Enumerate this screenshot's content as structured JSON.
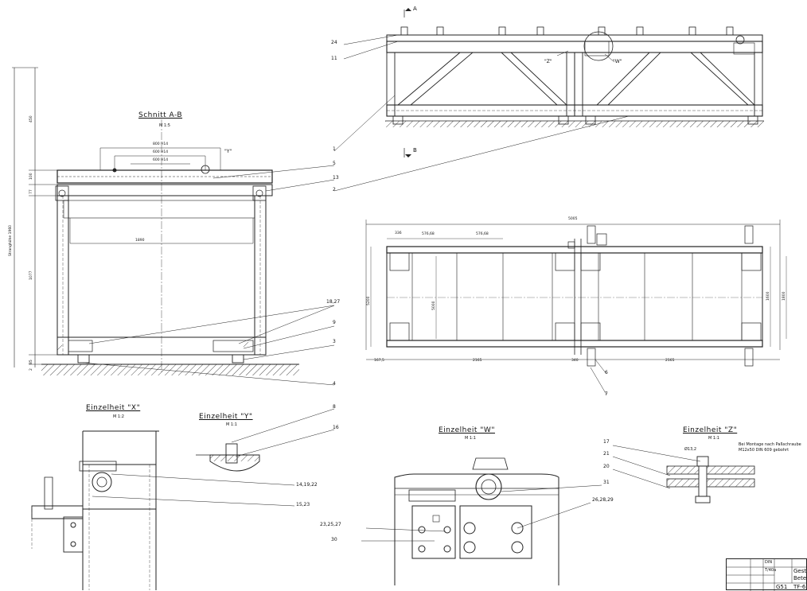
{
  "views": {
    "section_ab": {
      "title": "Schnitt A-B",
      "scale": "M 1:5"
    },
    "detail_x": {
      "title": "Einzelheit \"X\"",
      "scale": "M 1:2"
    },
    "detail_y": {
      "title": "Einzelheit \"Y\"",
      "scale": "M 1:1"
    },
    "detail_w": {
      "title": "Einzelheit \"W\"",
      "scale": "M 1:1"
    },
    "detail_z": {
      "title": "Einzelheit \"Z\"",
      "scale": "M 1:1",
      "note1": "Bei Montage nach Paßschraube",
      "note2": "M12x50 DIN 609 gebohrt",
      "dia": "Ø13,2"
    }
  },
  "markers": {
    "a": "A",
    "b": "B",
    "z": "\"Z\"",
    "w": "\"W\"",
    "y": "\"Y\""
  },
  "positions": {
    "p24": "24",
    "p11": "11",
    "p1": "1",
    "p2": "2",
    "p5": "5",
    "p13": "13",
    "p18_27": "18,27",
    "p9": "9",
    "p3": "3",
    "p4": "4",
    "p6": "6",
    "p7": "7",
    "p8": "8",
    "p16": "16",
    "p14_19_22": "14,19,22",
    "p15_23": "15,23",
    "p31": "31",
    "p26_28_29": "26,28,29",
    "p23_25_27": "23,25,27",
    "p30": "30",
    "p17": "17",
    "p21": "21",
    "p20": "20"
  },
  "dims": {
    "d800a": "800 H14",
    "d600a": "600 H14",
    "d600b": "600 H14",
    "d1890": "1890",
    "d5005": "5005",
    "d336": "336",
    "d576a": "576,68",
    "d576b": "576,68",
    "d5000": "5000",
    "d1600": "1600",
    "d1800": "1800",
    "d5200": "5200",
    "d167": "167,5",
    "d2165a": "2165",
    "d340": "340",
    "d2165b": "2165",
    "v450": "450",
    "v100": "100",
    "v1077": "1077",
    "v85": "85",
    "v77": "77",
    "v2": "2",
    "height_label": "Stranghöhe 1960"
  },
  "title_block": {
    "t1": "Gest",
    "t2": "Bete",
    "t3": "TF-6",
    "t4": "G51",
    "t5": "DIN",
    "t6": "T/40a"
  }
}
